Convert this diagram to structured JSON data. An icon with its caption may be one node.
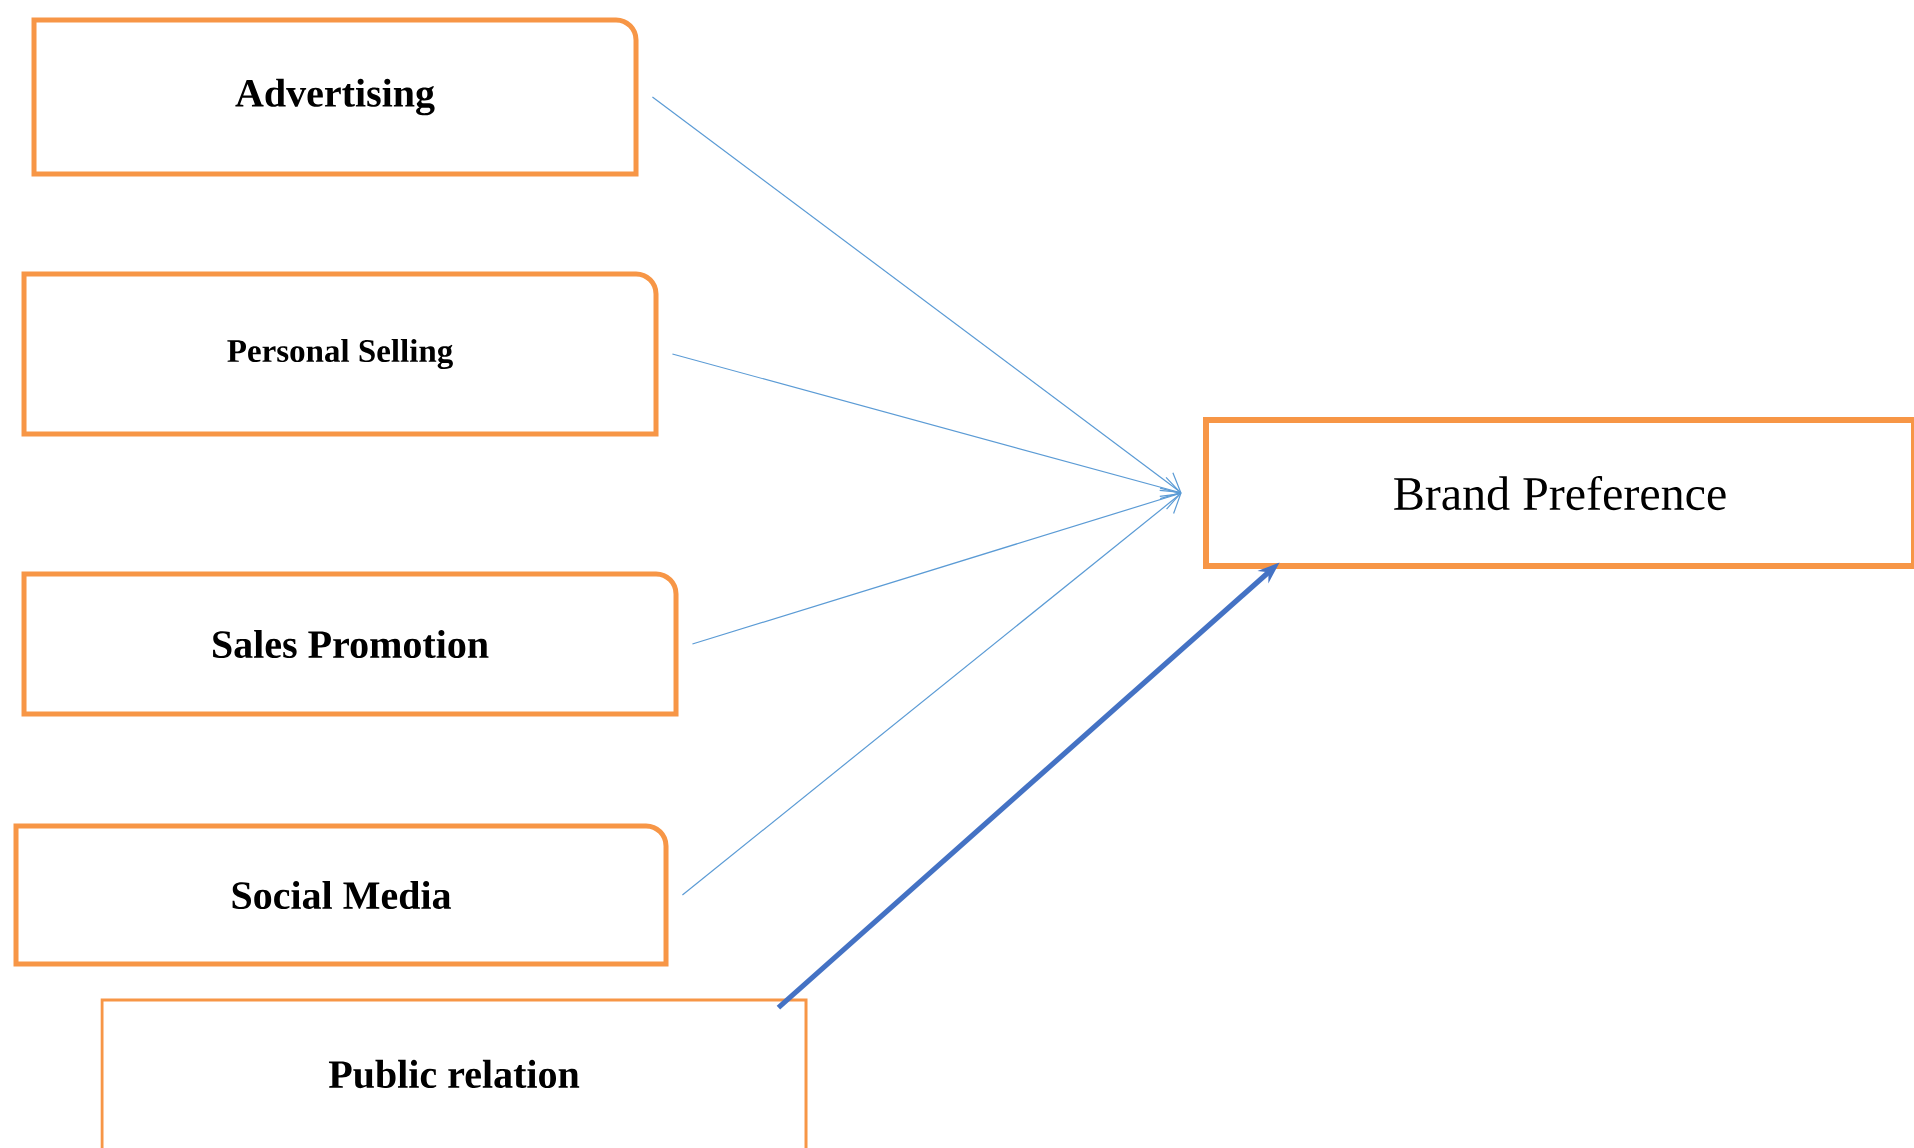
{
  "diagram": {
    "nodes": [
      {
        "text": [
          "Advertising"
        ]
      },
      {
        "text": [
          "Personal Selling"
        ]
      },
      {
        "text": [
          "Sales Promotion"
        ]
      },
      {
        "text": [
          "Social Media"
        ]
      },
      {
        "text": [
          "Public relation"
        ]
      },
      {
        "text": [
          "Brand Preference"
        ]
      }
    ],
    "edges": [
      {
        "from": 0,
        "to": 5,
        "arrow": "to"
      },
      {
        "from": 1,
        "to": 5,
        "arrow": "to"
      },
      {
        "from": 2,
        "to": 5,
        "arrow": "to"
      },
      {
        "from": 3,
        "to": 5,
        "arrow": "to"
      },
      {
        "from": 4,
        "to": 5,
        "arrow": "to",
        "style": "thick",
        "color": "#4472c4"
      }
    ]
  }
}
